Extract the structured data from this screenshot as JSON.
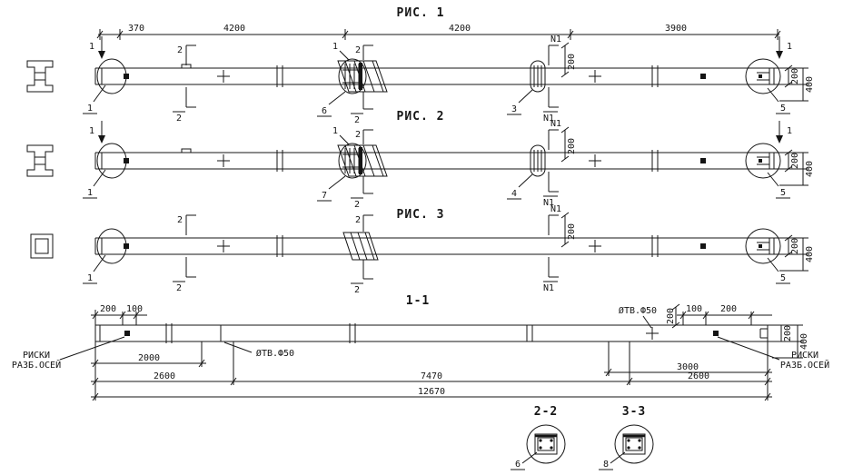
{
  "line_color": "#151515",
  "figures": [
    {
      "title": "РИС. 1",
      "top_dims": [
        "370",
        "4200",
        "4200",
        "3900"
      ],
      "end_cut_label": "1",
      "cut2_label": "2",
      "cutN_label": "N1",
      "callout_hatch_top": "1",
      "mid_vert_dim": "200",
      "right_dim_1": "200",
      "right_dim_2": "400",
      "callout_left_end": "1",
      "callout_hatch": "6",
      "callout_slot": "3",
      "callout_right_end": "5"
    },
    {
      "title": "РИС. 2",
      "end_cut_label": "1",
      "cut2_label": "2",
      "cutN_label": "N1",
      "callout_hatch_top": "1",
      "mid_vert_dim": "200",
      "right_dim_1": "200",
      "right_dim_2": "400",
      "callout_left_end": "1",
      "callout_hatch": "7",
      "callout_slot": "4",
      "callout_right_end": "5"
    },
    {
      "title": "РИС. 3",
      "cut2_label": "2",
      "cutN_label": "N1",
      "mid_vert_dim": "200",
      "right_dim_1": "200",
      "right_dim_2": "400",
      "callout_left_end": "1",
      "callout_right_end": "5"
    }
  ],
  "section11": {
    "title": "1-1",
    "top_left_dims": [
      "200",
      "100"
    ],
    "top_right_dims": [
      "100",
      "200"
    ],
    "hole_label_right": "ØТВ.Ф50",
    "hole_label_left": "ØТВ.Ф50",
    "vert_dim": "200",
    "right_dim_1": "200",
    "right_dim_2": "400",
    "axis_left_line1": "РИСКИ",
    "axis_left_line2": "РАЗБ.ОСЕЙ",
    "axis_right_line1": "РИСКИ",
    "axis_right_line2": "РАЗБ.ОСЕЙ",
    "dims_bottom": {
      "d2000": "2000",
      "d2600_left": "2600",
      "d7470": "7470",
      "d3000": "3000",
      "d2600_right": "2600",
      "total": "12670"
    }
  },
  "details": [
    {
      "title": "2-2",
      "callout": "6"
    },
    {
      "title": "3-3",
      "callout": "8"
    }
  ]
}
